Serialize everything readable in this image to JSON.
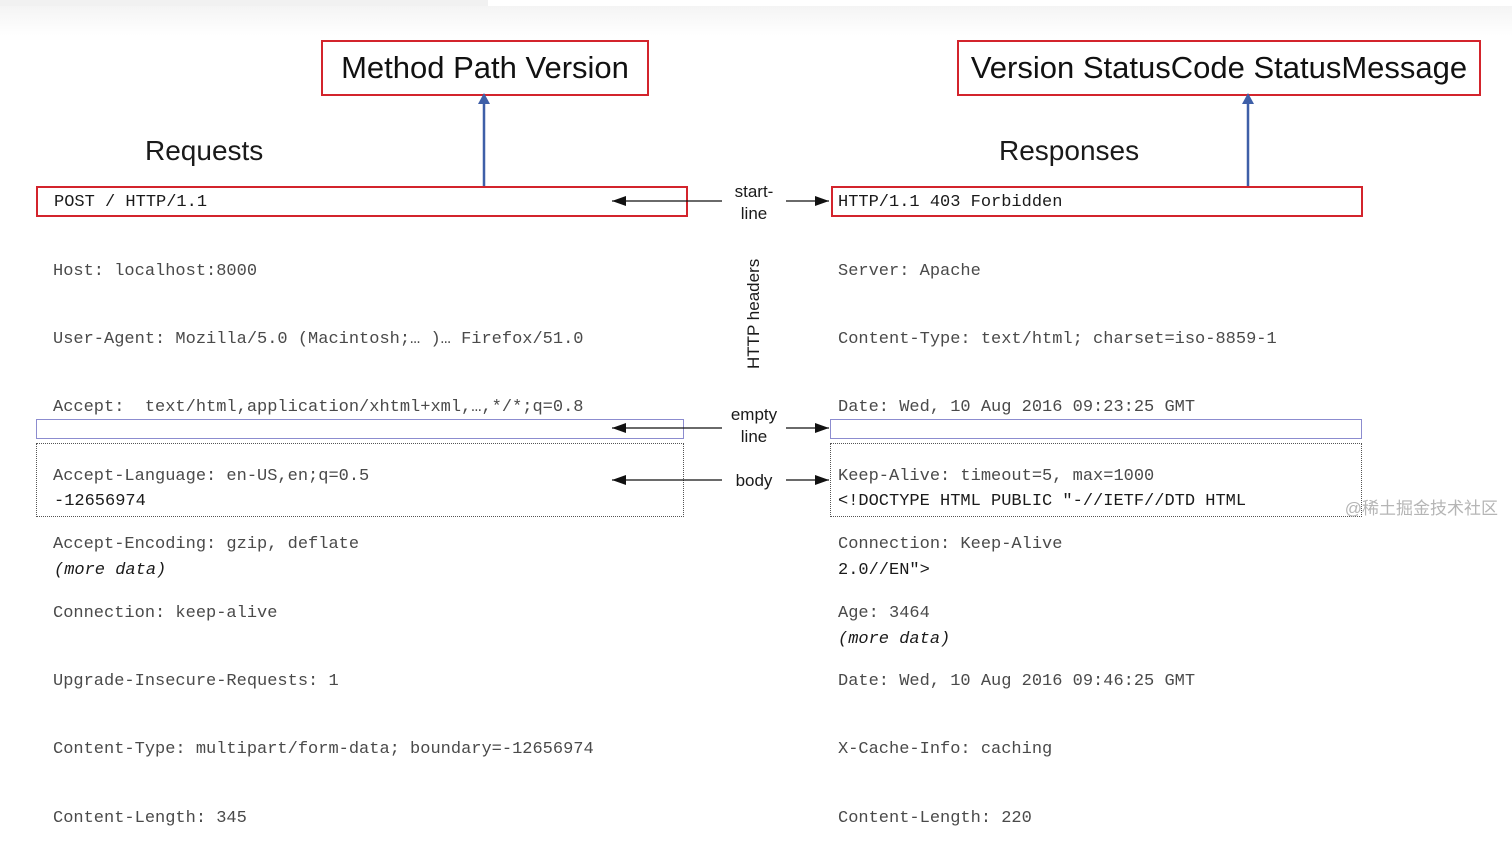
{
  "request_label": "Method Path Version",
  "response_label": "Version StatusCode StatusMessage",
  "requests_heading": "Requests",
  "responses_heading": "Responses",
  "middle_labels": {
    "start_line": [
      "start-",
      "line"
    ],
    "http_headers": "HTTP headers",
    "empty_line": [
      "empty",
      "line"
    ],
    "body": "body"
  },
  "request": {
    "start_line": "POST / HTTP/1.1",
    "headers": [
      "Host: localhost:8000",
      "User-Agent: Mozilla/5.0 (Macintosh;… )… Firefox/51.0",
      "Accept:  text/html,application/xhtml+xml,…,*/*;q=0.8",
      "Accept-Language: en-US,en;q=0.5",
      "Accept-Encoding: gzip, deflate",
      "Connection: keep-alive",
      "Upgrade-Insecure-Requests: 1",
      "Content-Type: multipart/form-data; boundary=-12656974",
      "Content-Length: 345"
    ],
    "body": [
      "-12656974",
      "(more data)"
    ]
  },
  "response": {
    "start_line": "HTTP/1.1 403 Forbidden",
    "headers": [
      "Server: Apache",
      "Content-Type: text/html; charset=iso-8859-1",
      "Date: Wed, 10 Aug 2016 09:23:25 GMT",
      "Keep-Alive: timeout=5, max=1000",
      "Connection: Keep-Alive",
      "Age: 3464",
      "Date: Wed, 10 Aug 2016 09:46:25 GMT",
      "X-Cache-Info: caching",
      "Content-Length: 220"
    ],
    "body": [
      "<!DOCTYPE HTML PUBLIC \"-//IETF//DTD HTML",
      "2.0//EN\">",
      "(more data)"
    ]
  },
  "watermark": "@稀土掘金技术社区",
  "colors": {
    "label_border": "#d3242c",
    "arrow_up": "#3e5fa8",
    "empty_line_border": "#8c8ccf"
  }
}
